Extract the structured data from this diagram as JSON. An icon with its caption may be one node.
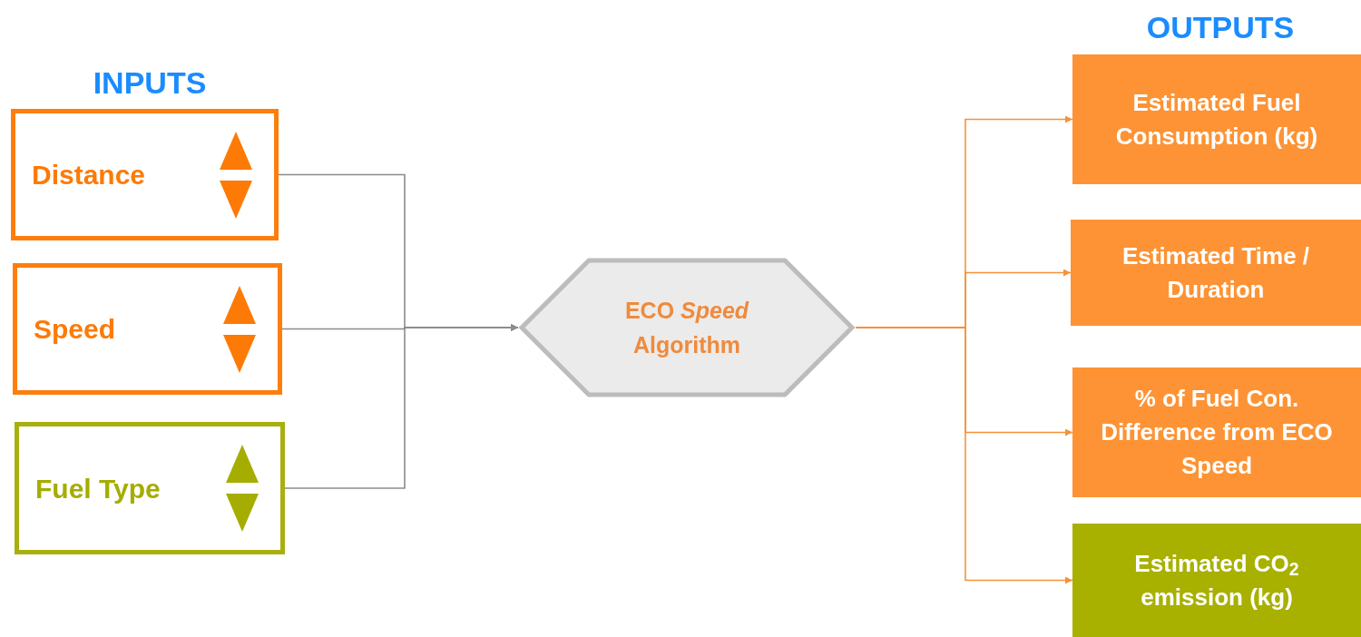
{
  "diagram": {
    "nodes": [
      {
        "text": [
          "Distance"
        ]
      },
      {
        "text": [
          "Speed"
        ]
      },
      {
        "text": [
          "Fuel Type"
        ]
      },
      {
        "text": [
          "ECO *Speed* Algorithm"
        ]
      },
      {
        "text": [
          "Estimated Fuel Consumption (kg)"
        ]
      },
      {
        "text": [
          "Estimated Time / Duration"
        ]
      },
      {
        "text": [
          "% of Fuel Con. Difference from ECO Speed"
        ]
      },
      {
        "text": [
          "Estimated CO$_{2}$ emission (kg)"
        ]
      }
    ],
    "edges": [
      {
        "from": 0,
        "to": 3,
        "arrow": "to",
        "color": "#8c8c8c"
      },
      {
        "from": 1,
        "to": 3,
        "arrow": "to",
        "color": "#8c8c8c"
      },
      {
        "from": 2,
        "to": 3,
        "arrow": "to",
        "color": "#8c8c8c"
      },
      {
        "from": 3,
        "to": 4,
        "arrow": "to"
      },
      {
        "from": 3,
        "to": 5,
        "arrow": "to"
      },
      {
        "from": 3,
        "to": 6,
        "arrow": "to"
      },
      {
        "from": 3,
        "to": 7,
        "arrow": "to"
      }
    ],
    "labels": [
      "INPUTS",
      "OUTPUTS"
    ]
  }
}
